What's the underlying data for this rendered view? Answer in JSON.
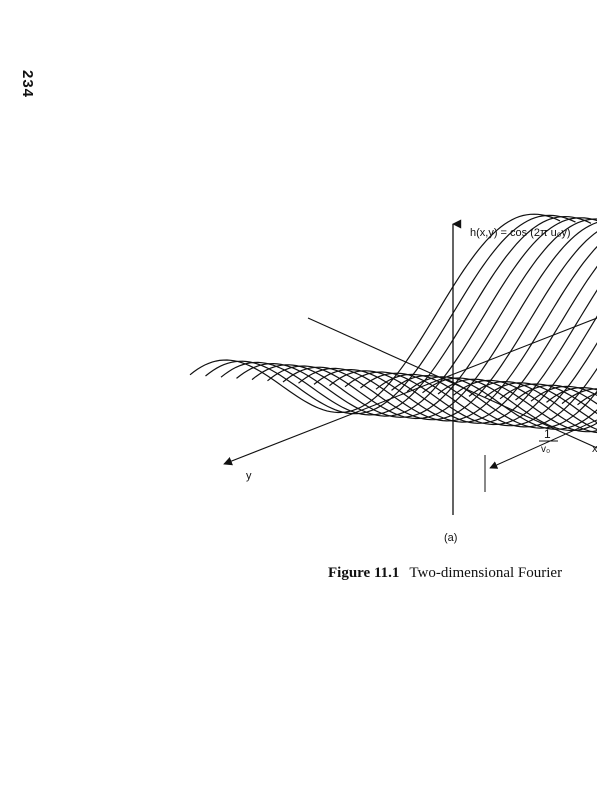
{
  "page_number": "234",
  "figure": {
    "equation_label": "h(x,y) = cos (2π u₀y)",
    "y_axis_label": "y",
    "x_axis_label": "x",
    "period_numerator": "1",
    "period_denominator": "v₀",
    "subfigure_label": "(a)"
  },
  "caption": {
    "number": "Figure 11.1",
    "text": "Two-dimensional Fourier"
  }
}
